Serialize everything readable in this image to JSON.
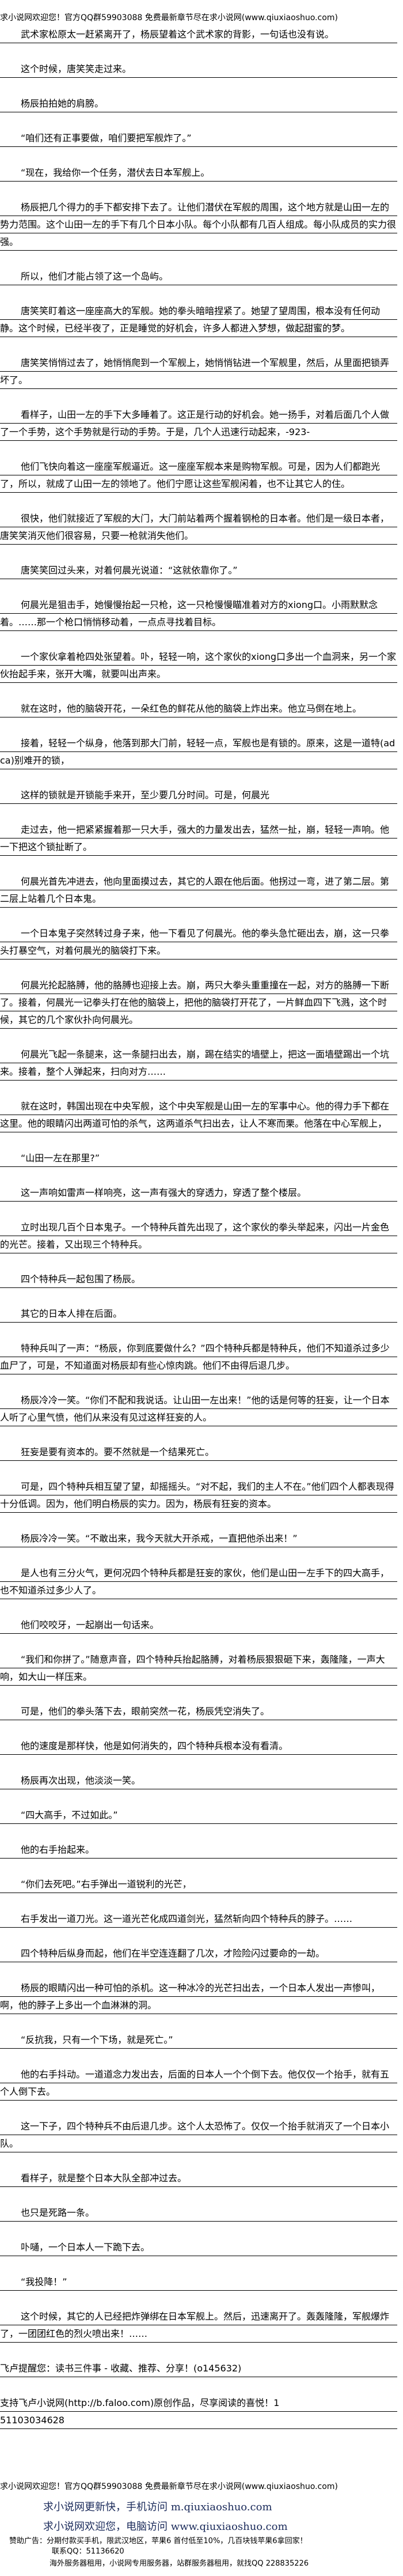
{
  "banner_top": "求小说网欢迎您！官方QQ群59903088 免费最新章节尽在求小说网(www.qiuxiaoshuo.com)",
  "paragraphs": [
    "武术家松原太一赶紧离开了，杨辰望着这个武术家的背影，一句话也没有说。",
    "这个时候，唐笑笑走过来。",
    "杨辰拍拍她的肩膀。",
    "“咱们还有正事要做，咱们要把军舰炸了。”",
    "“现在，我给你一个任务，潜伏去日本军舰上。",
    "杨辰把几个得力的手下都安排下去了。让他们潜伏在军舰的周围，这个地方就是山田一左的势力范围。这个山田一左的手下有几个日本小队。每个小队都有几百人组成。每小队成员的实力很强。",
    "所以，他们才能占领了这一个岛屿。",
    "唐笑笑盯着这一座座高大的军舰。她的拳头暗暗捏紧了。她望了望周围，根本没有任何动静。这个时候，已经半夜了，正是睡觉的好机会，许多人都进入梦想，做起甜蜜的梦。",
    "唐笑笑悄悄过去了，她悄悄爬到一个军舰上，她悄悄钻进一个军舰里，然后，从里面把锁弄坏了。",
    "看样子，山田一左的手下大多睡着了。这正是行动的好机会。她一扬手，对着后面几个人做了一个手势，这个手势就是行动的手势。于是，几个人迅速行动起来，-923-",
    "他们飞快向着这一座座军舰逼近。这一座座军舰本来是购物军舰。可是，因为人们都跑光了，所以，就成了山田一左的领地了。他们宁愿让这些军舰闲着，也不让其它人的住。",
    "很快，他们就接近了军舰的大门，大门前站着两个握着钢枪的日本者。他们是一级日本者，唐笑笑消灭他们很容易，只要一枪就消失他们。",
    "唐笑笑回过头来，对着何晨光说道：“这就依靠你了。”",
    "何晨光是狙击手，她慢慢抬起一只枪，这一只枪慢慢瞄准着对方的xiong口。小雨默默念着。……那一个枪口悄悄移动着，一点点寻找着目标。",
    "一个家伙拿着枪四处张望着。卟，轻轻一响，这个家伙的xiong口多出一个血洞来，另一个家伙抬起手来，张开大嘴，就要叫出声来。",
    "就在这时，他的脑袋开花，一朵红色的鲜花从他的脑袋上炸出来。他立马倒在地上。",
    "接着，轻轻一个纵身，他落到那大门前，轻轻一点，军舰也是有锁的。原来，这是一道特(adca)别难开的锁，",
    "这样的锁就是开锁能手来开，至少要几分时间。可是，何晨光",
    "走过去，他一把紧紧握着那一只大手，强大的力量发出去，猛然一扯，崩，轻轻一声响。他一下把这个锁扯断了。",
    "何晨光首先冲进去，他向里面摸过去，其它的人跟在他后面。他拐过一弯，进了第二层。第二层上站着几个日本鬼。",
    "一个日本鬼子突然转过身子来，他一下看见了何晨光。他的拳头急忙砸出去，崩，这一只拳头打暴空气，对着何晨光的脑袋打下来。",
    "何晨光抡起胳膊，他的胳膊也迎接上去。崩，两只大拳头重重撞在一起，对方的胳膊一下断了。接着，何晨光一记拳头打在他的脑袋上，把他的脑袋打开花了，一片鲜血四下飞溅，这个时候，其它的几个家伙扑向何晨光。",
    "何晨光飞起一条腿来，这一条腿扫出去，崩，踢在结实的墙壁上，把这一面墙壁踢出一个坑来。接着，整个人弹起来，扫向对方……",
    "就在这时，韩国出现在中央军舰，这个中央军舰是山田一左的军事中心。他的得力手下都在这里。他的眼睛闪出两道可怕的杀气，这两道杀气扫出去，让人不寒而栗。他落在中心军舰上，",
    "“山田一左在那里?”",
    "这一声响如雷声一样响亮，这一声有强大的穿透力，穿透了整个楼层。",
    "立时出现几百个日本鬼子。一个特种兵首先出现了，这个家伙的拳头举起来，闪出一片金色的光芒。接着，又出现三个特种兵。",
    "四个特种兵一起包围了杨辰。",
    "其它的日本人排在后面。",
    "特种兵叫了一声：“杨辰，你到底要做什么？”四个特种兵都是特种兵，他们不知道杀过多少血尸了，可是，不知道面对杨辰却有些心惊肉跳。他们不由得后退几步。",
    "杨辰冷冷一笑。“你们不配和我说话。让山田一左出来！”他的话是何等的狂妄，让一个日本人听了心里气愤，他们从来没有见过这样狂妄的人。",
    "狂妄是要有资本的。要不然就是一个结果死亡。",
    "可是，四个特种兵相互望了望，却摇摇头。“对不起，我们的主人不在。”他们四个人都表现得十分低调。因为，他们明白杨辰的实力。因为，杨辰有狂妄的资本。",
    "杨辰冷冷一笑。“不敢出来，我今天就大开杀戒，一直把他杀出来！”",
    "是人也有三分火气，更何况四个特种兵都是狂妄的家伙，他们是山田一左手下的四大高手，也不知道杀过多少人了。",
    "他们咬咬牙，一起崩出一句话来。",
    "“我们和你拼了。”随意声音，四个特种兵抬起胳膊，对着杨辰狠狠砸下来，轰隆隆，一声大响，如大山一样压来。",
    "可是，他们的拳头落下去，眼前突然一花，杨辰凭空消失了。",
    "他的速度是那样快，他是如何消失的，四个特种兵根本没有看清。",
    "杨辰再次出现，他淡淡一笑。",
    "“四大高手，不过如此。”",
    "他的右手抬起来。",
    "“你们去死吧。”右手弹出一道锐利的光芒，",
    "右手发出一道刀光。这一道光芒化成四道剑光，猛然斩向四个特种兵的脖子。……",
    "四个特种后纵身而起，他们在半空连连翻了几次，才险险闪过要命的一劫。",
    "杨辰的眼睛闪出一种可怕的杀机。这一种冰冷的光芒扫出去，一个日本人发出一声惨叫，啊，他的脖子上多出一个血淋淋的洞。",
    "“反抗我，只有一个下场，就是死亡。”",
    "他的右手抖动。一道道念力发出去，后面的日本人一个个倒下去。他仅仅一个抬手，就有五个人倒下去。",
    "这一下子，四个特种兵不由后退几步。这个人太恐怖了。仅仅一个抬手就消灭了一个日本小队。",
    "看样子，就是整个日本大队全部冲过去。",
    "也只是死路一条。",
    "卟嗵，一个日本人一下跪下去。",
    "“我投降！”",
    "这个时候，其它的人已经把炸弹绑在日本军舰上。然后，迅速离开了。轰轰隆隆，军舰爆炸了，一团团红色的烈火喷出来！……"
  ],
  "notices": [
    "飞卢提醒您：读书三件事 - 收藏、推荐、分享！(o145632)",
    "支持飞卢小说网(http://b.faloo.com)原创作品，尽享阅读的喜悦！1",
    "51103034628"
  ],
  "footer": {
    "banner": "求小说网欢迎您！官方QQ群59903088 免费最新章节尽在求小说网(www.qiuxiaoshuo.com)",
    "mobile": "求小说网更新快，手机访问 m.qiuxiaoshuo.com",
    "pc": "求小说网欢迎您，电脑访问 www.qiuxiaoshuo.com",
    "ad_line1": "赞助广告：分期付款买手机，限武汉地区，苹果6 首付低至10%，几百块钱苹果6拿回家！",
    "ad_line2": "联系QQ：51136620",
    "ad_line3": "海外服务器租用，小说网专用服务器，站群服务器租用，就找QQ 228835226"
  },
  "colors": {
    "footer_link": "#1a2a5a",
    "rule": "#000000"
  }
}
